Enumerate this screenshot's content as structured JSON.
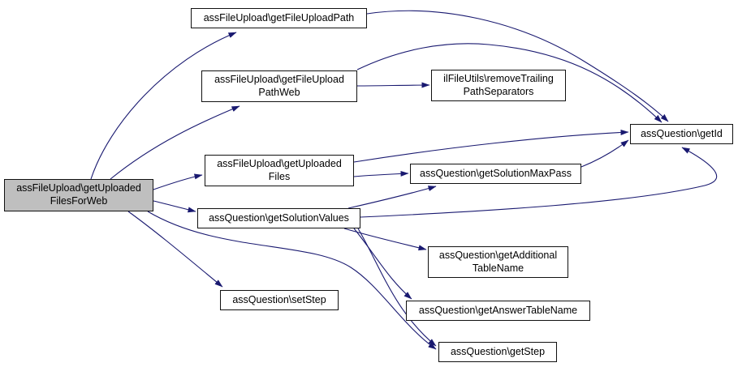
{
  "diagram": {
    "kind": "call-graph",
    "edge_color": "#191970",
    "node_fill": "#ffffff",
    "node_border_color": "#111111",
    "highlight_fill": "#bfbfbf",
    "nodes": {
      "getUploadedFilesForWeb": {
        "line1": "assFileUpload\\getUploaded",
        "line2": "FilesForWeb"
      },
      "getFileUploadPath": {
        "line1": "assFileUpload\\getFileUploadPath"
      },
      "getFileUploadPathWeb": {
        "line1": "assFileUpload\\getFileUpload",
        "line2": "PathWeb"
      },
      "removeTrailingPathSeparators": {
        "line1": "ilFileUtils\\removeTrailing",
        "line2": "PathSeparators"
      },
      "getId": {
        "line1": "assQuestion\\getId"
      },
      "getUploadedFiles": {
        "line1": "assFileUpload\\getUploaded",
        "line2": "Files"
      },
      "getSolutionMaxPass": {
        "line1": "assQuestion\\getSolutionMaxPass"
      },
      "getSolutionValues": {
        "line1": "assQuestion\\getSolutionValues"
      },
      "getAdditionalTableName": {
        "line1": "assQuestion\\getAdditional",
        "line2": "TableName"
      },
      "getAnswerTableName": {
        "line1": "assQuestion\\getAnswerTableName"
      },
      "getStep": {
        "line1": "assQuestion\\getStep"
      },
      "setStep": {
        "line1": "assQuestion\\setStep"
      }
    },
    "edges": [
      {
        "from": "getUploadedFilesForWeb",
        "to": "getFileUploadPath"
      },
      {
        "from": "getUploadedFilesForWeb",
        "to": "getFileUploadPathWeb"
      },
      {
        "from": "getUploadedFilesForWeb",
        "to": "getUploadedFiles"
      },
      {
        "from": "getUploadedFilesForWeb",
        "to": "getSolutionValues"
      },
      {
        "from": "getUploadedFilesForWeb",
        "to": "setStep"
      },
      {
        "from": "getUploadedFilesForWeb",
        "to": "getStep"
      },
      {
        "from": "getFileUploadPath",
        "to": "getId"
      },
      {
        "from": "getFileUploadPathWeb",
        "to": "removeTrailingPathSeparators"
      },
      {
        "from": "getFileUploadPathWeb",
        "to": "getId"
      },
      {
        "from": "getUploadedFiles",
        "to": "getId"
      },
      {
        "from": "getUploadedFiles",
        "to": "getSolutionMaxPass"
      },
      {
        "from": "getSolutionMaxPass",
        "to": "getId"
      },
      {
        "from": "getSolutionValues",
        "to": "getSolutionMaxPass"
      },
      {
        "from": "getSolutionValues",
        "to": "getId"
      },
      {
        "from": "getSolutionValues",
        "to": "getAdditionalTableName"
      },
      {
        "from": "getSolutionValues",
        "to": "getAnswerTableName"
      },
      {
        "from": "getSolutionValues",
        "to": "getStep"
      }
    ]
  }
}
